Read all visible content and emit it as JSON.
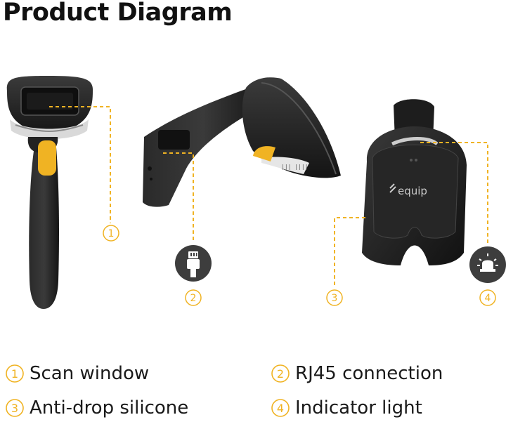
{
  "title": "Product Diagram",
  "accent_color": "#f0b323",
  "scanner_color": "#1c1c1c",
  "brand": "equip",
  "callouts": [
    {
      "num": "1",
      "label": "Scan window"
    },
    {
      "num": "2",
      "label": "RJ45 connection"
    },
    {
      "num": "3",
      "label": "Anti-drop silicone"
    },
    {
      "num": "4",
      "label": "Indicator light"
    }
  ],
  "icons": {
    "port": "rj45-port-icon",
    "light": "indicator-light-icon"
  }
}
